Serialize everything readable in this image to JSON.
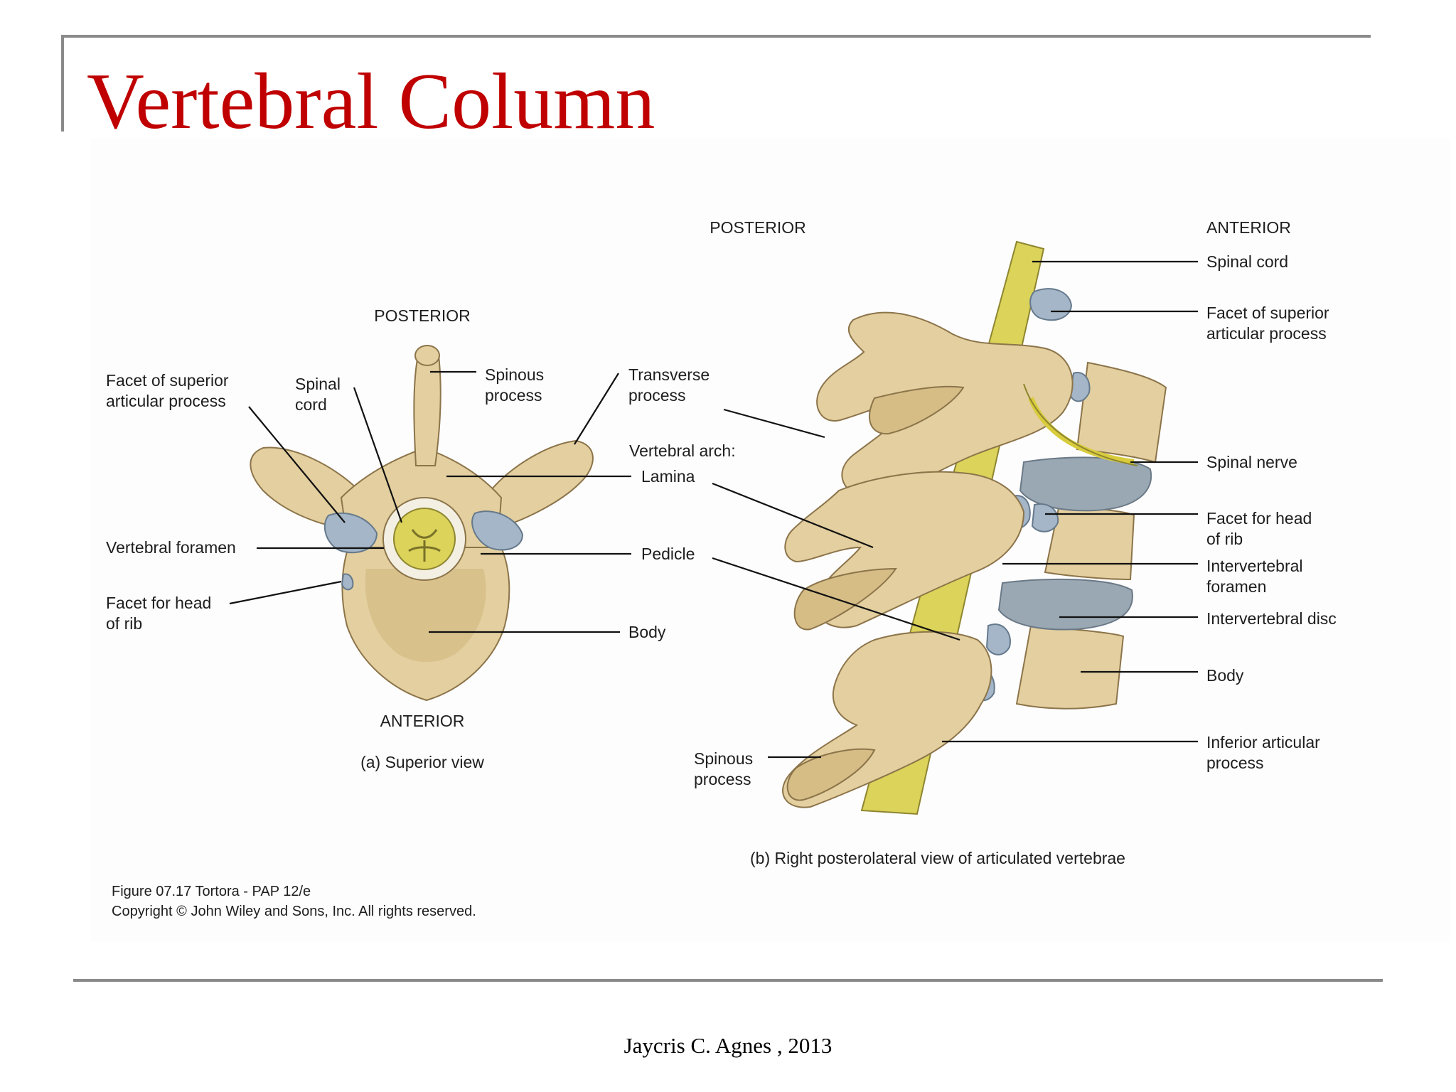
{
  "slide": {
    "title": "Vertebral Column",
    "footer": "Jaycris C. Agnes , 2013"
  },
  "figure": {
    "view_a": {
      "orientation_top": "POSTERIOR",
      "orientation_bottom": "ANTERIOR",
      "caption": "(a) Superior view",
      "labels": {
        "facet_superior_line1": "Facet of superior",
        "facet_superior_line2": "articular process",
        "spinal_cord_line1": "Spinal",
        "spinal_cord_line2": "cord",
        "spinous_line1": "Spinous",
        "spinous_line2": "process",
        "transverse_line1": "Transverse",
        "transverse_line2": "process",
        "vertebral_arch": "Vertebral arch:",
        "lamina": "Lamina",
        "pedicle": "Pedicle",
        "body": "Body",
        "vertebral_foramen": "Vertebral foramen",
        "facet_rib_line1": "Facet for head",
        "facet_rib_line2": "of rib"
      }
    },
    "view_b": {
      "orientation_left": "POSTERIOR",
      "orientation_right": "ANTERIOR",
      "caption": "(b) Right posterolateral view of articulated vertebrae",
      "labels": {
        "spinal_cord": "Spinal cord",
        "facet_superior_line1": "Facet of superior",
        "facet_superior_line2": "articular process",
        "spinal_nerve": "Spinal nerve",
        "facet_rib_line1": "Facet for head",
        "facet_rib_line2": "of rib",
        "iv_foramen_line1": "Intervertebral",
        "iv_foramen_line2": "foramen",
        "iv_disc": "Intervertebral disc",
        "body": "Body",
        "inferior_line1": "Inferior articular",
        "inferior_line2": "process",
        "spinous_line1": "Spinous",
        "spinous_line2": "process"
      }
    },
    "credit_line1": "Figure 07.17  Tortora - PAP 12/e",
    "credit_line2": "Copyright © John Wiley and Sons, Inc. All rights reserved."
  }
}
